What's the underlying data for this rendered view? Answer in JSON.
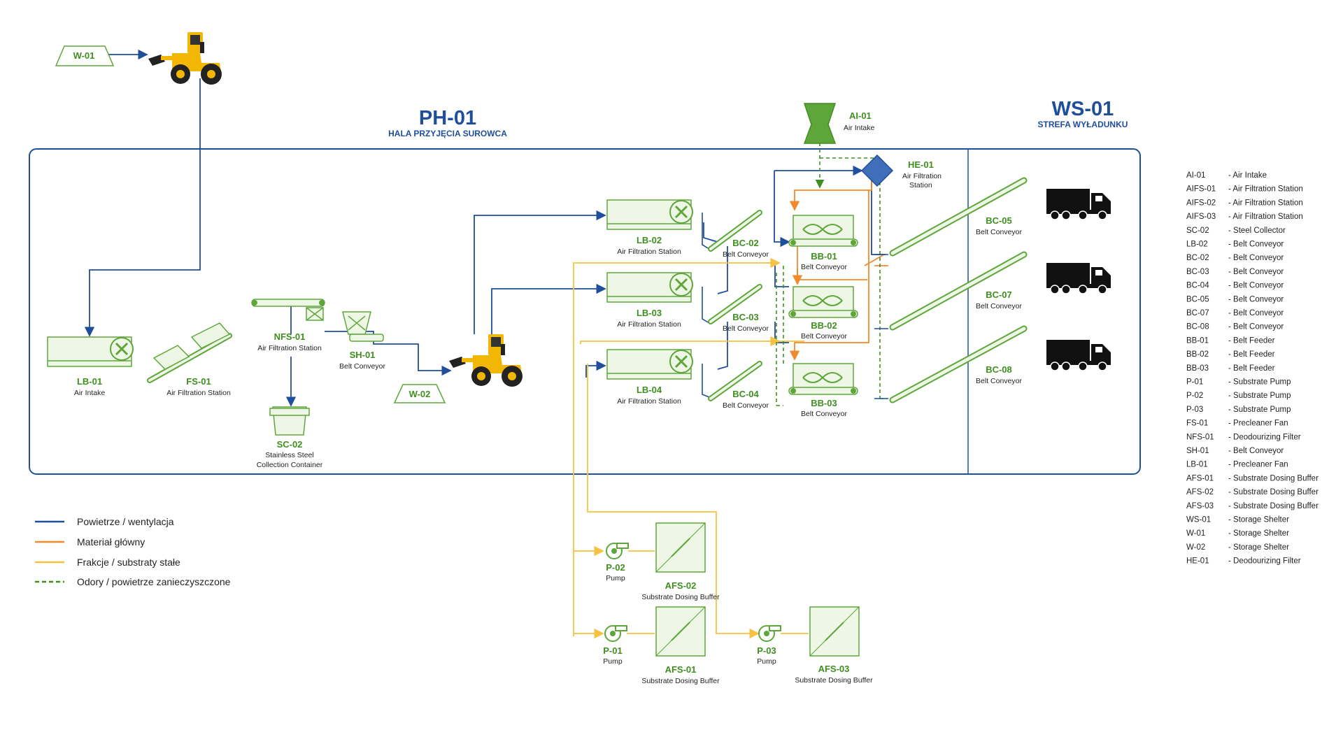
{
  "halls": {
    "ph": {
      "code": "PH-01",
      "name": "HALA PRZYJĘCIA SUROWCA"
    },
    "ws": {
      "code": "WS-01",
      "name": "STREFA WYŁADUNKU"
    }
  },
  "equipment": {
    "w01": {
      "tag": "W-01"
    },
    "w02": {
      "tag": "W-02"
    },
    "ai01": {
      "tag": "AI-01",
      "desc": "Air Intake"
    },
    "he01": {
      "tag": "HE-01",
      "desc1": "Air Filtration",
      "desc2": "Station"
    },
    "lb01": {
      "tag": "LB-01",
      "desc": "Air Intake"
    },
    "fs01": {
      "tag": "FS-01",
      "desc": "Air Filtration Station"
    },
    "nfs01": {
      "tag": "NFS-01",
      "desc": "Air Filtration Station"
    },
    "sh01": {
      "tag": "SH-01",
      "desc": "Belt Conveyor"
    },
    "sc02": {
      "tag": "SC-02",
      "desc1": "Stainless Steel",
      "desc2": "Collection Container"
    },
    "lb02": {
      "tag": "LB-02",
      "desc": "Air Filtration Station"
    },
    "lb03": {
      "tag": "LB-03",
      "desc": "Air Filtration Station"
    },
    "lb04": {
      "tag": "LB-04",
      "desc": "Air Filtration Station"
    },
    "bc02": {
      "tag": "BC-02",
      "desc": "Belt Conveyor"
    },
    "bc03": {
      "tag": "BC-03",
      "desc": "Belt Conveyor"
    },
    "bc04": {
      "tag": "BC-04",
      "desc": "Belt Conveyor"
    },
    "bb01": {
      "tag": "BB-01",
      "desc": "Belt Conveyor"
    },
    "bb02": {
      "tag": "BB-02",
      "desc": "Belt Conveyor"
    },
    "bb03": {
      "tag": "BB-03",
      "desc": "Belt Conveyor"
    },
    "bc05": {
      "tag": "BC-05",
      "desc": "Belt Conveyor"
    },
    "bc07": {
      "tag": "BC-07",
      "desc": "Belt Conveyor"
    },
    "bc08": {
      "tag": "BC-08",
      "desc": "Belt Conveyor"
    },
    "p01": {
      "tag": "P-01",
      "desc": "Pump"
    },
    "p02": {
      "tag": "P-02",
      "desc": "Pump"
    },
    "p03": {
      "tag": "P-03",
      "desc": "Pump"
    },
    "afs01": {
      "tag": "AFS-01",
      "desc": "Substrate Dosing Buffer"
    },
    "afs02": {
      "tag": "AFS-02",
      "desc": "Substrate Dosing Buffer"
    },
    "afs03": {
      "tag": "AFS-03",
      "desc": "Substrate Dosing Buffer"
    }
  },
  "legend": [
    {
      "label": "Powietrze / wentylacja",
      "color": "#1f4e9c",
      "style": "solid"
    },
    {
      "label": "Materiał główny",
      "color": "#f08a2c",
      "style": "solid"
    },
    {
      "label": "Frakcje / substraty stałe",
      "color": "#f5c242",
      "style": "solid"
    },
    {
      "label": "Odory / powietrze zanieczyszczone",
      "color": "#3f8f1f",
      "style": "dashed"
    }
  ],
  "key": [
    {
      "code": "AI-01",
      "desc": "- Air Intake"
    },
    {
      "code": "AIFS-01",
      "desc": "- Air Filtration Station"
    },
    {
      "code": "AIFS-02",
      "desc": "- Air Filtration Station"
    },
    {
      "code": "AIFS-03",
      "desc": "- Air Filtration Station"
    },
    {
      "code": "SC-02",
      "desc": "- Steel Collector"
    },
    {
      "code": "LB-02",
      "desc": "- Belt Conveyor"
    },
    {
      "code": "BC-02",
      "desc": "- Belt Conveyor"
    },
    {
      "code": "BC-03",
      "desc": "- Belt Conveyor"
    },
    {
      "code": "BC-04",
      "desc": "- Belt Conveyor"
    },
    {
      "code": "BC-05",
      "desc": "- Belt Conveyor"
    },
    {
      "code": "BC-07",
      "desc": "- Belt Conveyor"
    },
    {
      "code": "BC-08",
      "desc": "- Belt Conveyor"
    },
    {
      "code": "BB-01",
      "desc": "- Belt Feeder"
    },
    {
      "code": "BB-02",
      "desc": "- Belt Feeder"
    },
    {
      "code": "BB-03",
      "desc": "- Belt Feeder"
    },
    {
      "code": "P-01",
      "desc": "- Substrate Pump"
    },
    {
      "code": "P-02",
      "desc": "- Substrate Pump"
    },
    {
      "code": "P-03",
      "desc": "- Substrate Pump"
    },
    {
      "code": "FS-01",
      "desc": "- Precleaner Fan"
    },
    {
      "code": "NFS-01",
      "desc": "- Deodourizing Filter"
    },
    {
      "code": "SH-01",
      "desc": "- Belt Conveyor"
    },
    {
      "code": "LB-01",
      "desc": "- Precleaner Fan"
    },
    {
      "code": "AFS-01",
      "desc": "- Substrate Dosing Buffer"
    },
    {
      "code": "AFS-02",
      "desc": "- Substrate Dosing Buffer"
    },
    {
      "code": "AFS-03",
      "desc": "- Substrate Dosing Buffer"
    },
    {
      "code": "WS-01",
      "desc": "- Storage Shelter"
    },
    {
      "code": "W-01",
      "desc": "- Storage Shelter"
    },
    {
      "code": "W-02",
      "desc": "- Storage Shelter"
    },
    {
      "code": "HE-01",
      "desc": "- Deodourizing Filter"
    }
  ],
  "colors": {
    "air": "#1f4e9c",
    "material": "#f08a2c",
    "solids": "#f5c242",
    "odor": "#3f8f1f",
    "equipment": "#5ea63a",
    "loader": "#f2b705"
  }
}
